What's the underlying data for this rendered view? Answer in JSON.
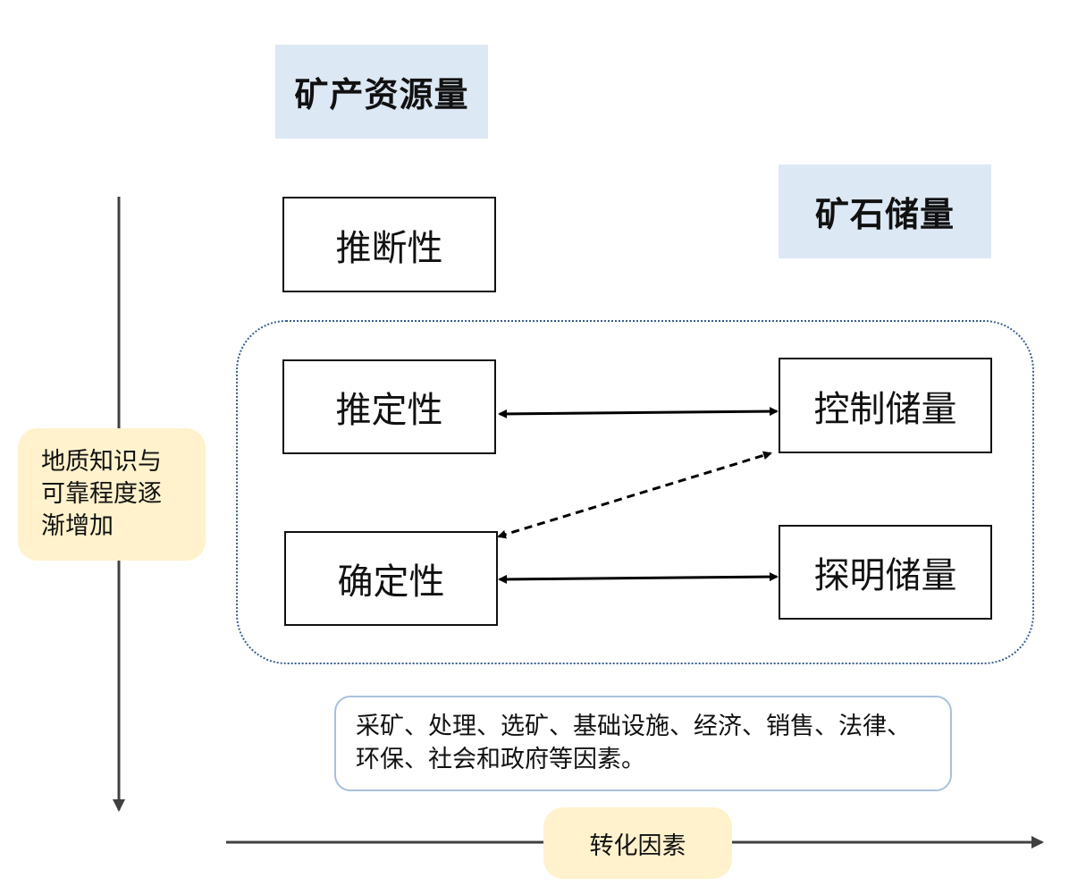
{
  "headers": {
    "resources": "矿产资源量",
    "reserves": "矿石储量"
  },
  "resource_categories": {
    "inferred": "推断性",
    "indicated": "推定性",
    "measured": "确定性"
  },
  "reserve_categories": {
    "probable": "控制储量",
    "proved": "探明储量"
  },
  "axes": {
    "y_label": "地质知识与\n可靠程度逐\n渐增加",
    "x_label": "转化因素"
  },
  "factors_note": "采矿、处理、选矿、基础设施、经济、销售、法律、环保、社会和政府等因素。",
  "colors": {
    "header_fill": "#dde8f5",
    "label_fill": "#fff2cc",
    "group_border": "#3a5f8a",
    "note_border": "#a9c0dc",
    "axis": "#404040"
  }
}
